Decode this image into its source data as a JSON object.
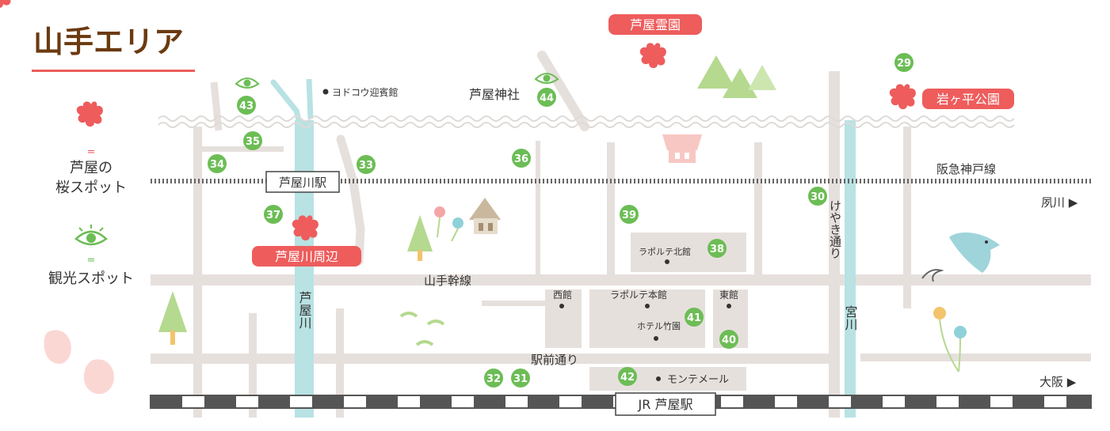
{
  "title": "山手エリア",
  "legend": {
    "sakura_label_line1": "芦屋の",
    "sakura_label_line2": "桜スポット",
    "sakura_sep": "=",
    "sight_label": "観光スポット",
    "sight_sep": "="
  },
  "labels": {
    "ashiya_reien": "芦屋霊園",
    "iwagahira": "岩ヶ平公園",
    "ashiyagawa_area": "芦屋川周辺",
    "yodoko": "ヨドコウ迎賓館",
    "ashiya_jinja": "芦屋神社",
    "hankyu_line": "阪急神戸線",
    "ashiyagawa_station": "芦屋川駅",
    "shukugawa": "夙川 ▶",
    "osaka": "大阪 ▶",
    "yamate_kansen": "山手幹線",
    "ekimae_dori": "駅前通り",
    "jr_station": "JR 芦屋駅",
    "lapolte_north": "ラポルテ北館",
    "lapolte_main": "ラポルテ本館",
    "nishikan": "西館",
    "higashikan": "東館",
    "hotel_chikuen": "ホテル竹園",
    "monte_mer": "モンテメール",
    "ashiya_river": "芦屋川",
    "keyaki_dori": "けやき通り",
    "miyagawa": "宮川"
  },
  "spots": [
    "29",
    "30",
    "31",
    "32",
    "33",
    "34",
    "35",
    "36",
    "37",
    "38",
    "39",
    "40",
    "41",
    "42",
    "43",
    "44"
  ],
  "colors": {
    "pink": "#ee5c5c",
    "green": "#6cbd55",
    "road": "#e6e0dd",
    "river": "#b8e2e3",
    "title_brown": "#6b3a10",
    "rail_dark": "#555555"
  }
}
